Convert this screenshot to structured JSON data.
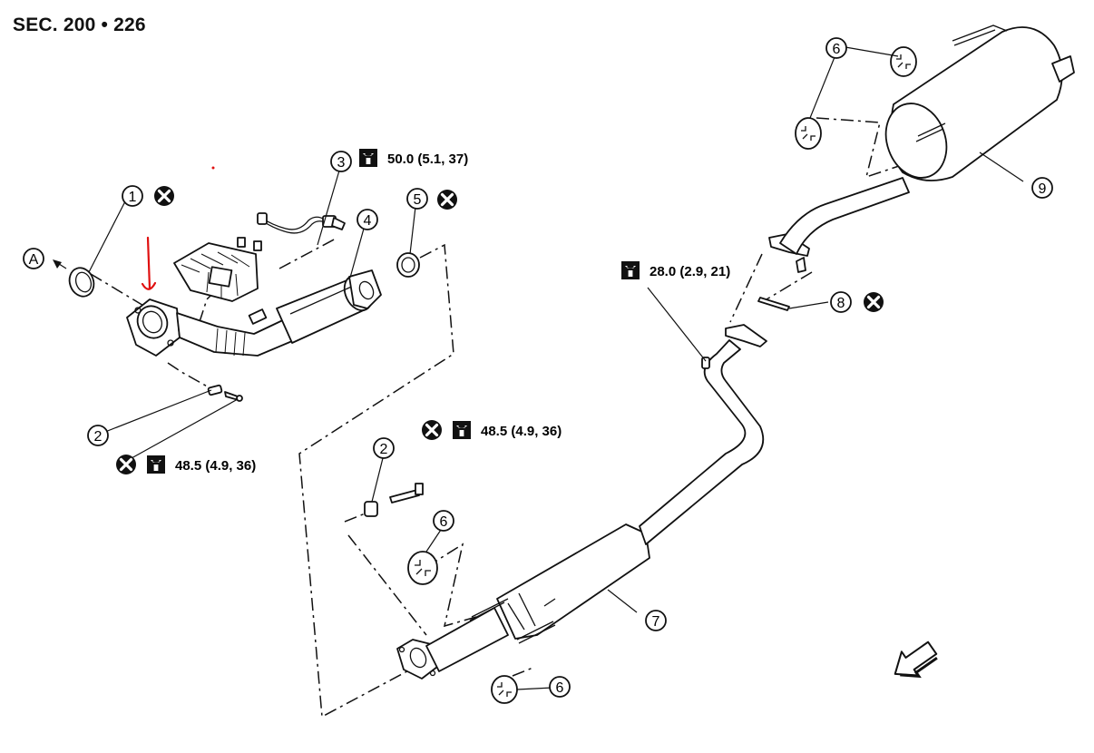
{
  "header": {
    "section": "SEC. 200 • 226"
  },
  "callouts": {
    "c1": "1",
    "c2a": "2",
    "c2b": "2",
    "c3": "3",
    "c4": "4",
    "c5": "5",
    "c6a": "6",
    "c6b": "6",
    "c6c": "6",
    "c7": "7",
    "c8": "8",
    "c9": "9",
    "ref_a": "A"
  },
  "torques": {
    "t_sensor": "50.0 (5.1, 37)",
    "t_manifold_bolts": "48.5 (4.9, 36)",
    "t_center_bolt": "48.5 (4.9, 36)",
    "t_rear_nut": "28.0 (2.9, 21)"
  },
  "colors": {
    "line": "#111111",
    "annotation_arrow": "#e01010",
    "background": "#ffffff"
  },
  "icons": {
    "torque": "torque-wrench-icon",
    "replace": "do-not-reuse-icon",
    "front_direction": "front-direction-arrow-icon"
  }
}
